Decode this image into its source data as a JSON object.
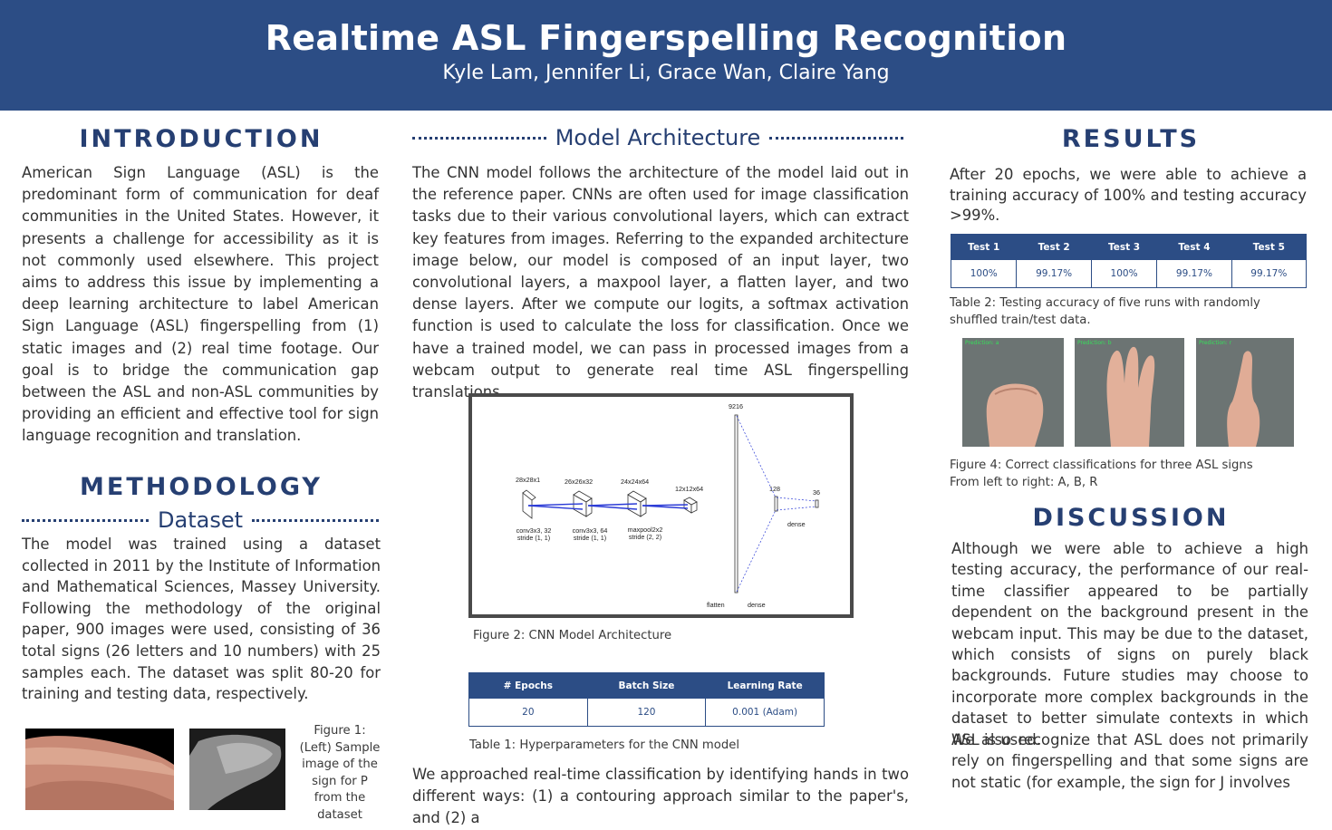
{
  "header": {
    "title": "Realtime ASL Fingerspelling Recognition",
    "authors": "Kyle Lam, Jennifer Li, Grace Wan, Claire Yang"
  },
  "introduction": {
    "heading": "INTRODUCTION",
    "text": "American Sign Language (ASL)  is the predominant form of communication for deaf communities in the United States. However, it presents a challenge for accessibility as it is not commonly used elsewhere. This project aims to address this issue by implementing a deep learning architecture to label American Sign Language (ASL) fingerspelling from (1) static images and (2) real time footage. Our goal is to bridge the communication gap between the ASL and non-ASL communities by providing an efficient and effective tool for sign language recognition and translation."
  },
  "methodology": {
    "heading": "METHODOLOGY",
    "dataset_heading": "Dataset",
    "dataset_text": "The model was trained using a dataset collected in 2011 by the Institute of Information and Mathematical Sciences, Massey University. Following the methodology of the original paper, 900 images were used, consisting of 36 total signs (26 letters and 10 numbers) with 25 samples each. The dataset was split 80-20 for training and testing data, respectively.",
    "figure1_caption": "Figure 1: (Left) Sample image of the sign for P from the dataset"
  },
  "model_architecture": {
    "heading": "Model Architecture",
    "text": "The CNN model follows the architecture of the model laid out in the reference paper. CNNs are often used for image classification tasks due to their various convolutional layers, which can extract key features from images. Referring to the expanded architecture image below, our model is composed of an input layer, two convolutional layers, a maxpool layer, a flatten layer, and two dense layers. After we compute our logits, a softmax activation function is used to calculate the loss for classification. Once we have a trained model, we can pass in processed images from a webcam output to generate real time ASL fingerspelling translations.",
    "diagram": {
      "layers": [
        "28x28x1",
        "26x26x32",
        "24x24x64",
        "12x12x64",
        "9216",
        "128",
        "36"
      ],
      "ops": [
        {
          "line1": "conv3x3, 32",
          "line2": "stride (1, 1)"
        },
        {
          "line1": "conv3x3, 64",
          "line2": "stride (1, 1)"
        },
        {
          "line1": "maxpool2x2",
          "line2": "stride (2, 2)"
        }
      ],
      "flatten_label": "flatten",
      "dense_label": "dense",
      "dense_bottom_label": "dense"
    },
    "figure2_caption": "Figure 2: CNN Model Architecture",
    "table1": {
      "headers": [
        "# Epochs",
        "Batch Size",
        "Learning Rate"
      ],
      "row": [
        "20",
        "120",
        "0.001 (Adam)"
      ]
    },
    "table1_caption": "Table 1: Hyperparameters for the CNN model",
    "text2": "We approached real-time classification by identifying hands in two different ways: (1) a contouring approach similar to the paper's, and (2) a"
  },
  "results": {
    "heading": "RESULTS",
    "text": "After 20 epochs, we were able to achieve a training accuracy of 100% and testing accuracy >99%.",
    "table2": {
      "headers": [
        "Test 1",
        "Test 2",
        "Test 3",
        "Test 4",
        "Test 5"
      ],
      "row": [
        "100%",
        "99.17%",
        "100%",
        "99.17%",
        "99.17%"
      ]
    },
    "table2_caption": "Table 2: Testing accuracy of five runs with randomly shuffled train/test data.",
    "predictions": [
      "Prediction: a",
      "Prediction: b",
      "Prediction: r"
    ],
    "figure4_caption_line1": "Figure 4: Correct classifications for three ASL signs",
    "figure4_caption_line2": "From left to right: A, B, R"
  },
  "discussion": {
    "heading": "DISCUSSION",
    "text1": "Although we were able to achieve a high testing accuracy, the performance of our real-time classifier appeared to be partially dependent on the background present in the webcam input. This may be due to the dataset, which consists of signs on purely black backgrounds. Future studies may choose to incorporate more complex backgrounds in the dataset to better simulate contexts in which ASL is used.",
    "text2": "We also recognize that ASL does not primarily rely on fingerspelling and that some signs are not static (for example, the sign for J involves"
  }
}
